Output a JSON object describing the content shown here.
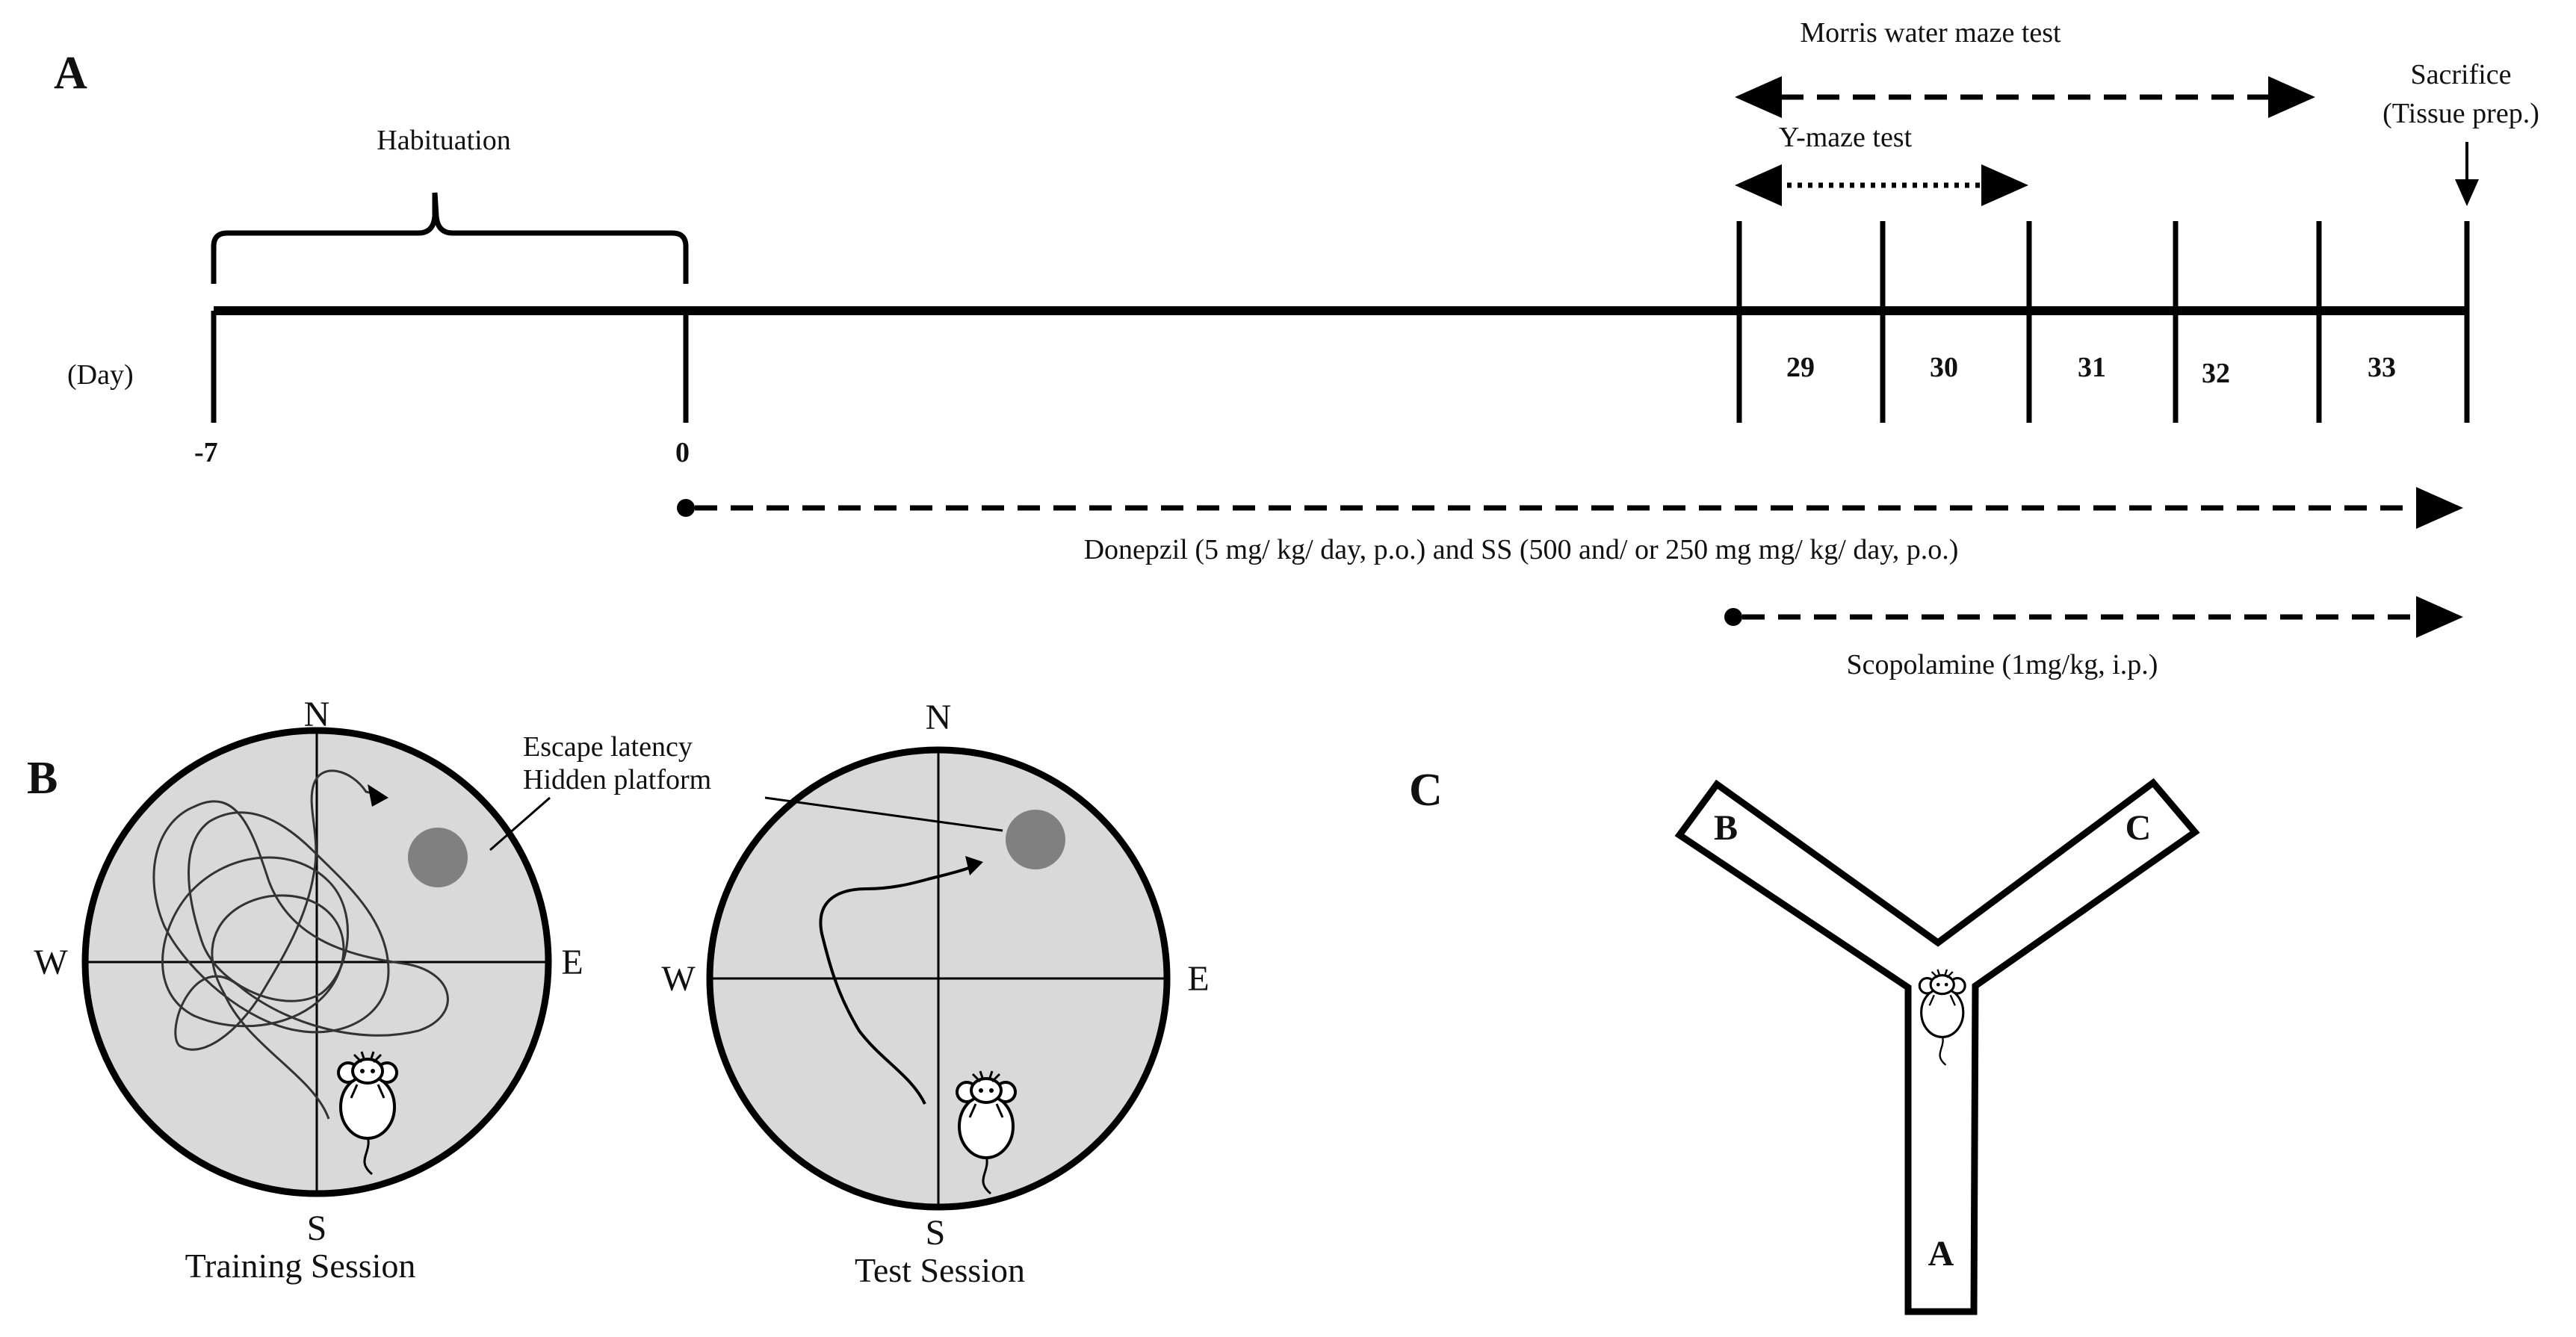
{
  "panel_a": {
    "letter": "A",
    "habituation": "Habituation",
    "day_label": "(Day)",
    "days": {
      "start": "-7",
      "zero": "0",
      "d29": "29",
      "d30": "30",
      "d31": "31",
      "d32": "32",
      "d33": "33"
    },
    "morris": "Morris water maze test",
    "ymaze_test": "Y-maze test",
    "sacrifice_line1": "Sacrifice",
    "sacrifice_line2": "(Tissue prep.)",
    "treatment": "Donepzil (5 mg/ kg/ day, p.o.) and SS (500 and/ or 250 mg mg/ kg/ day, p.o.)",
    "scopolamine": "Scopolamine (1mg/kg, i.p.)"
  },
  "panel_b": {
    "letter": "B",
    "escape_line1": "Escape latency",
    "escape_line2": "Hidden platform",
    "training": {
      "n": "N",
      "s": "S",
      "w": "W",
      "e": "E",
      "caption": "Training Session"
    },
    "test": {
      "n": "N",
      "s": "S",
      "w": "W",
      "e": "E",
      "caption": "Test Session"
    },
    "pool_color": "#d9d9d9",
    "platform_color": "#808080"
  },
  "panel_c": {
    "letter": "C",
    "arm_a": "A",
    "arm_b": "B",
    "arm_c": "C"
  }
}
